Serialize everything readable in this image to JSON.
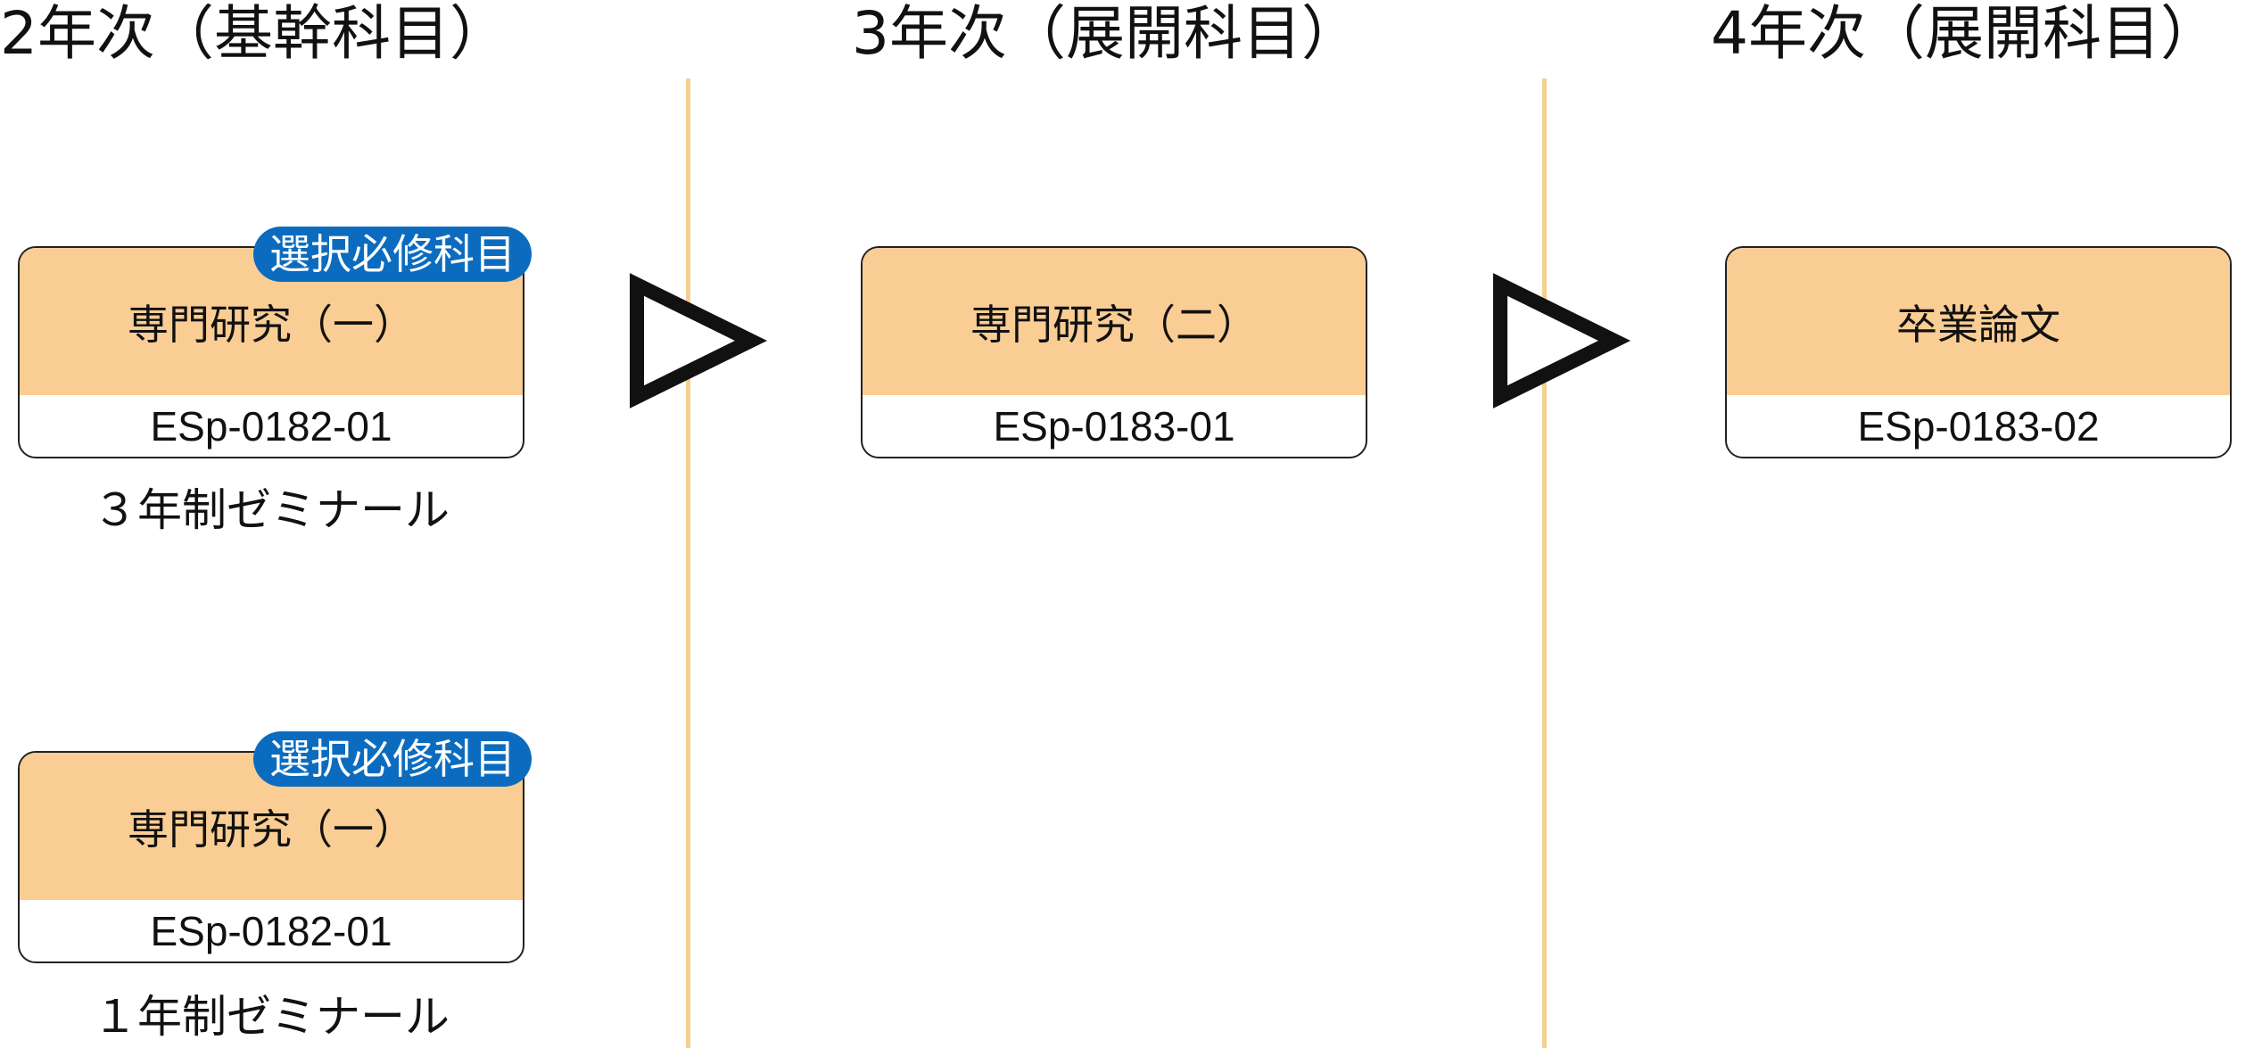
{
  "colors": {
    "card_header": "#F9CD93",
    "badge": "#0B6CBF",
    "divider": "#F4D08E",
    "arrow_stroke": "#111111"
  },
  "columns": [
    {
      "heading": "2年次（基幹科目）"
    },
    {
      "heading": "3年次（展開科目）"
    },
    {
      "heading": "4年次（展開科目）"
    }
  ],
  "courses": {
    "seminar3_course": {
      "title": "専門研究（一）",
      "code": "ESp-0182-01",
      "badge": "選択必修科目",
      "caption": "３年制ゼミナール"
    },
    "seminar1_course": {
      "title": "専門研究（一）",
      "code": "ESp-0182-01",
      "badge": "選択必修科目",
      "caption": "１年制ゼミナール"
    },
    "year3_course": {
      "title": "専門研究（二）",
      "code": "ESp-0183-01"
    },
    "year4_course": {
      "title": "卒業論文",
      "code": "ESp-0183-02"
    }
  },
  "icons": {
    "flow_arrow": "triangle-outline-right-icon"
  }
}
